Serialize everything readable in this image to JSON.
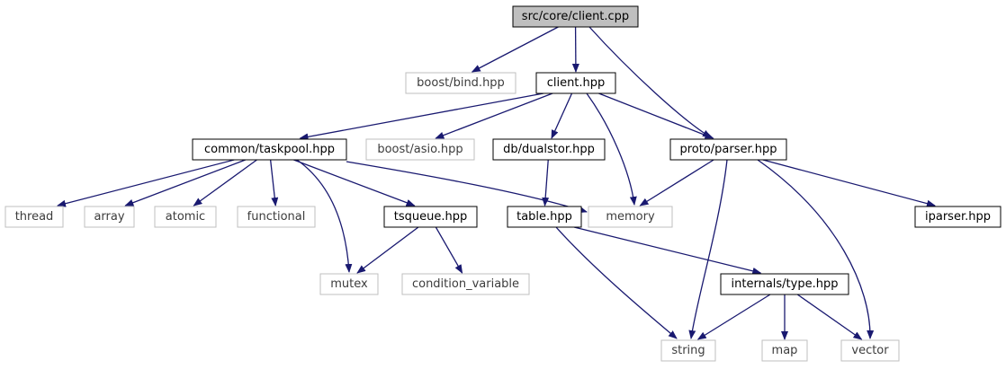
{
  "colors": {
    "edge": "#191970",
    "box_border": "#000000",
    "box_border_external": "#bfbfbf",
    "box_fill": "#ffffff",
    "box_fill_root": "#bfbfbf",
    "text": "#000000",
    "text_external": "#3c3c3c"
  },
  "nodes": [
    {
      "id": "client_cpp",
      "label": "src/core/client.cpp",
      "kind": "root"
    },
    {
      "id": "boost_bind",
      "label": "boost/bind.hpp",
      "kind": "external"
    },
    {
      "id": "client_hpp",
      "label": "client.hpp",
      "kind": "local"
    },
    {
      "id": "common_taskpool",
      "label": "common/taskpool.hpp",
      "kind": "local"
    },
    {
      "id": "boost_asio",
      "label": "boost/asio.hpp",
      "kind": "external"
    },
    {
      "id": "db_dualstor",
      "label": "db/dualstor.hpp",
      "kind": "local"
    },
    {
      "id": "proto_parser",
      "label": "proto/parser.hpp",
      "kind": "local"
    },
    {
      "id": "thread",
      "label": "thread",
      "kind": "external"
    },
    {
      "id": "array",
      "label": "array",
      "kind": "external"
    },
    {
      "id": "atomic",
      "label": "atomic",
      "kind": "external"
    },
    {
      "id": "functional",
      "label": "functional",
      "kind": "external"
    },
    {
      "id": "tsqueue",
      "label": "tsqueue.hpp",
      "kind": "local"
    },
    {
      "id": "table",
      "label": "table.hpp",
      "kind": "local"
    },
    {
      "id": "memory",
      "label": "memory",
      "kind": "external"
    },
    {
      "id": "iparser",
      "label": "iparser.hpp",
      "kind": "local"
    },
    {
      "id": "mutex",
      "label": "mutex",
      "kind": "external"
    },
    {
      "id": "condition_variable",
      "label": "condition_variable",
      "kind": "external"
    },
    {
      "id": "internals_type",
      "label": "internals/type.hpp",
      "kind": "local"
    },
    {
      "id": "string",
      "label": "string",
      "kind": "external"
    },
    {
      "id": "map",
      "label": "map",
      "kind": "external"
    },
    {
      "id": "vector",
      "label": "vector",
      "kind": "external"
    }
  ],
  "edges": [
    {
      "from": "client_cpp",
      "to": "boost_bind"
    },
    {
      "from": "client_cpp",
      "to": "client_hpp"
    },
    {
      "from": "client_cpp",
      "to": "proto_parser"
    },
    {
      "from": "client_hpp",
      "to": "common_taskpool"
    },
    {
      "from": "client_hpp",
      "to": "boost_asio"
    },
    {
      "from": "client_hpp",
      "to": "db_dualstor"
    },
    {
      "from": "client_hpp",
      "to": "memory"
    },
    {
      "from": "client_hpp",
      "to": "proto_parser"
    },
    {
      "from": "common_taskpool",
      "to": "thread"
    },
    {
      "from": "common_taskpool",
      "to": "array"
    },
    {
      "from": "common_taskpool",
      "to": "atomic"
    },
    {
      "from": "common_taskpool",
      "to": "functional"
    },
    {
      "from": "common_taskpool",
      "to": "mutex"
    },
    {
      "from": "common_taskpool",
      "to": "tsqueue"
    },
    {
      "from": "common_taskpool",
      "to": "memory"
    },
    {
      "from": "db_dualstor",
      "to": "table"
    },
    {
      "from": "tsqueue",
      "to": "mutex"
    },
    {
      "from": "tsqueue",
      "to": "condition_variable"
    },
    {
      "from": "table",
      "to": "string"
    },
    {
      "from": "table",
      "to": "internals_type"
    },
    {
      "from": "proto_parser",
      "to": "memory"
    },
    {
      "from": "proto_parser",
      "to": "string"
    },
    {
      "from": "proto_parser",
      "to": "vector"
    },
    {
      "from": "proto_parser",
      "to": "iparser"
    },
    {
      "from": "internals_type",
      "to": "string"
    },
    {
      "from": "internals_type",
      "to": "map"
    },
    {
      "from": "internals_type",
      "to": "vector"
    }
  ]
}
